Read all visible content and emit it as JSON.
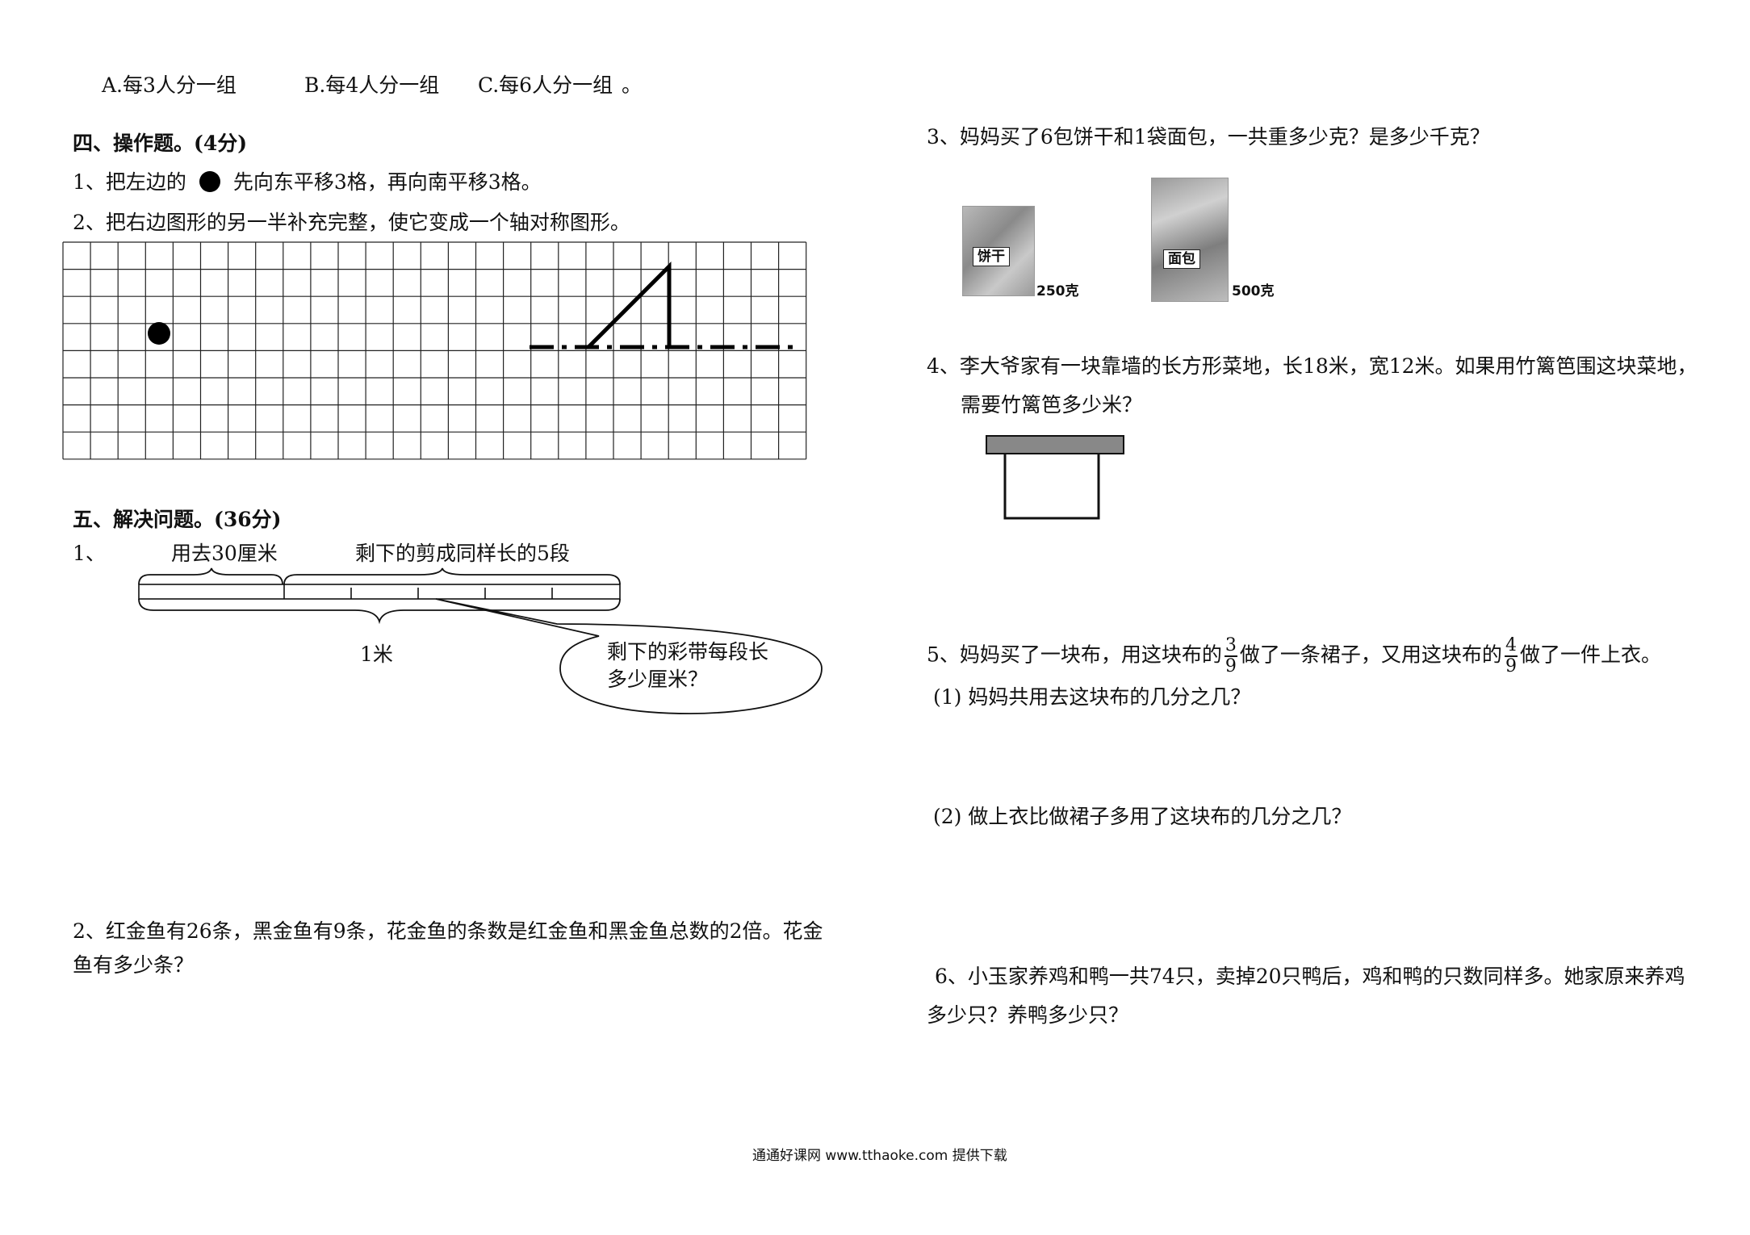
{
  "options": {
    "a": "A.每3人分一组",
    "b": "B.每4人分一组",
    "c": "C.每6人分一组",
    "tail": "。"
  },
  "section4": {
    "heading": "四、操作题。(4分)",
    "q1_before": "1、把左边的",
    "q1_after": "先向东平移3格，再向南平移3格。",
    "q2": "2、把右边图形的另一半补充完整，使它变成一个轴对称图形。"
  },
  "section5": {
    "heading": "五、解决问题。(36分)",
    "q1": {
      "num": "1、",
      "used": "用去30厘米",
      "rest": "剩下的剪成同样长的5段",
      "total": "1米",
      "bubble_line1": "剩下的彩带每段长",
      "bubble_line2": "多少厘米？"
    },
    "q2_line1": "2、红金鱼有26条，黑金鱼有9条，花金鱼的条数是红金鱼和黑金鱼总数的2倍。花金",
    "q2_line2": "鱼有多少条？"
  },
  "right": {
    "q3": "3、妈妈买了6包饼干和1袋面包，一共重多少克？是多少千克？",
    "biscuit_label": "饼干",
    "biscuit_weight": "250克",
    "bread_label": "面包",
    "bread_weight": "500克",
    "q4_line1": "4、李大爷家有一块靠墙的长方形菜地，长18米，宽12米。如果用竹篱笆围这块菜地，",
    "q4_line2": "需要竹篱笆多少米？",
    "q5_before": "5、妈妈买了一块布，用这块布的",
    "frac1_num": "3",
    "frac1_den": "9",
    "q5_mid": "做了一条裙子，又用这块布的",
    "frac2_num": "4",
    "frac2_den": "9",
    "q5_after": "做了一件上衣。",
    "q5_sub1": "(1) 妈妈共用去这块布的几分之几？",
    "q5_sub2": "(2) 做上衣比做裙子多用了这块布的几分之几？",
    "q6_line1": "6、小玉家养鸡和鸭一共74只，卖掉20只鸭后，鸡和鸭的只数同样多。她家原来养鸡",
    "q6_line2": "多少只？养鸭多少只？"
  },
  "footer": "通通好课网 www.tthaoke.com 提供下载"
}
